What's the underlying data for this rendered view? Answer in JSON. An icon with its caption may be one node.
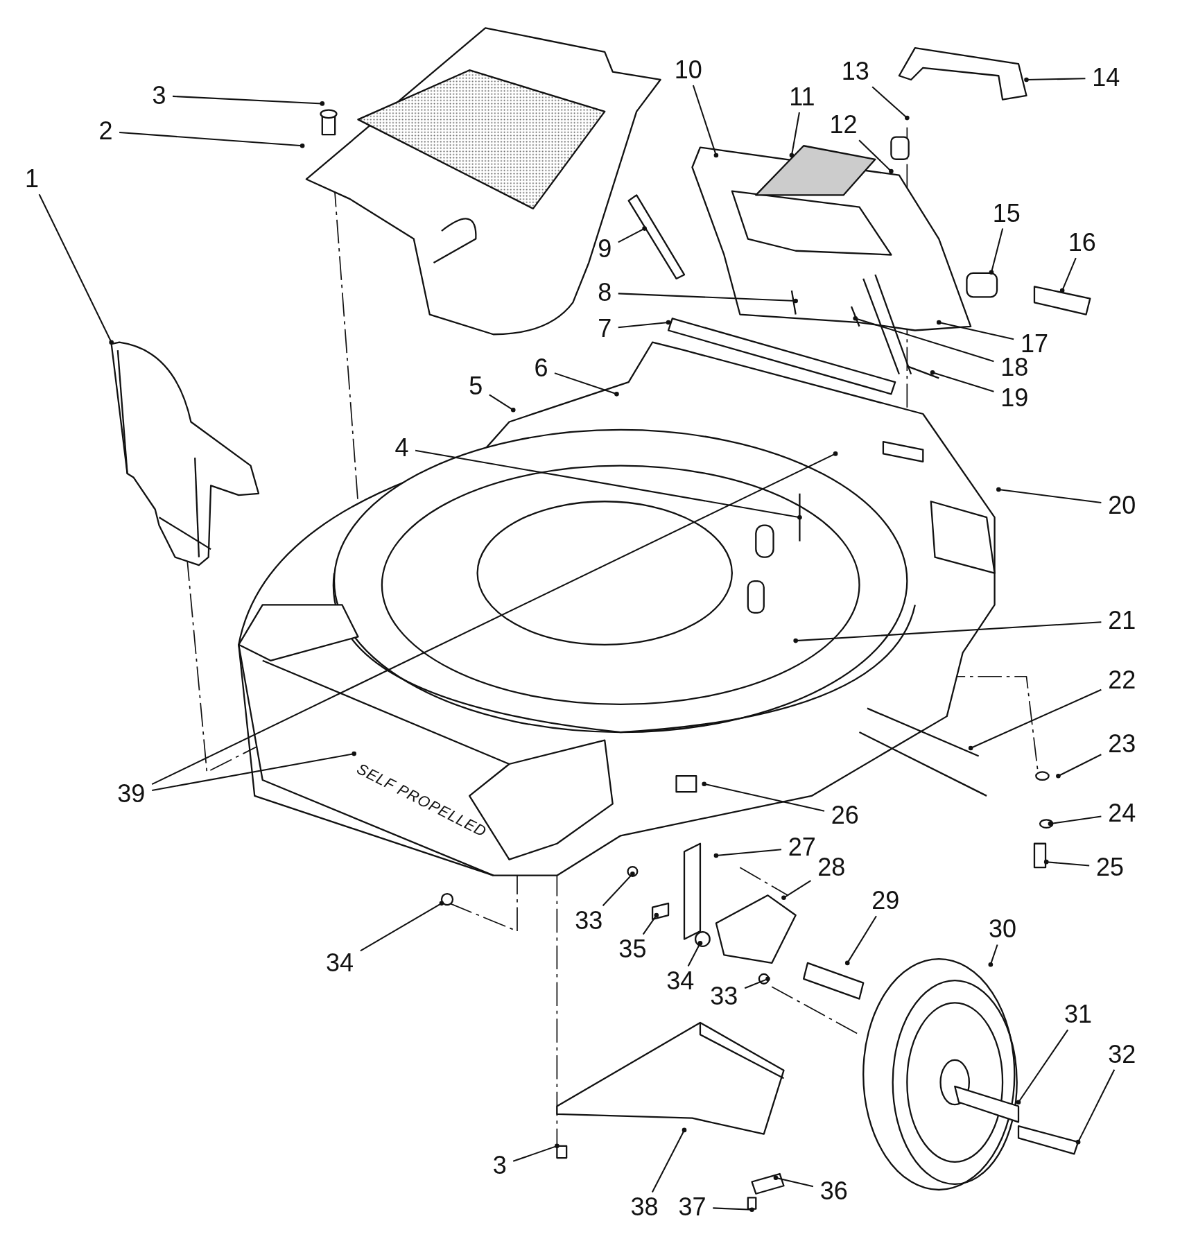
{
  "diagram": {
    "nodes": [
      {
        "text": [
          "3"
        ]
      },
      {
        "text": [
          "2"
        ]
      },
      {
        "text": [
          "1"
        ]
      },
      {
        "text": [
          "10"
        ]
      },
      {
        "text": [
          "11"
        ]
      },
      {
        "text": [
          "13"
        ]
      },
      {
        "text": [
          "12"
        ]
      },
      {
        "text": [
          "14"
        ]
      },
      {
        "text": [
          "15"
        ]
      },
      {
        "text": [
          "16"
        ]
      },
      {
        "text": [
          "9"
        ]
      },
      {
        "text": [
          "8"
        ]
      },
      {
        "text": [
          "7"
        ]
      },
      {
        "text": [
          "17"
        ]
      },
      {
        "text": [
          "18"
        ]
      },
      {
        "text": [
          "19"
        ]
      },
      {
        "text": [
          "6"
        ]
      },
      {
        "text": [
          "5"
        ]
      },
      {
        "text": [
          "4"
        ]
      },
      {
        "text": [
          "20"
        ]
      },
      {
        "text": [
          "21"
        ]
      },
      {
        "text": [
          "22"
        ]
      },
      {
        "text": [
          "23"
        ]
      },
      {
        "text": [
          "39"
        ]
      },
      {
        "text": [
          "26"
        ]
      },
      {
        "text": [
          "24"
        ]
      },
      {
        "text": [
          "27"
        ]
      },
      {
        "text": [
          "28"
        ]
      },
      {
        "text": [
          "25"
        ]
      },
      {
        "text": [
          "33"
        ]
      },
      {
        "text": [
          "35"
        ]
      },
      {
        "text": [
          "29"
        ]
      },
      {
        "text": [
          "30"
        ]
      },
      {
        "text": [
          "34"
        ]
      },
      {
        "text": [
          "34"
        ]
      },
      {
        "text": [
          "33"
        ]
      },
      {
        "text": [
          "31"
        ]
      },
      {
        "text": [
          "32"
        ]
      },
      {
        "text": [
          "3"
        ]
      },
      {
        "text": [
          "38"
        ]
      },
      {
        "text": [
          "36"
        ]
      },
      {
        "text": [
          "37"
        ]
      },
      {
        "text": [
          "SELF PROPELLED"
        ]
      }
    ],
    "edges": [
      {
        "from": 0,
        "to": null,
        "arrow": "other"
      },
      {
        "from": 1,
        "to": null,
        "arrow": "other"
      },
      {
        "from": 2,
        "to": null,
        "arrow": "other"
      },
      {
        "from": 3,
        "to": null,
        "arrow": "other"
      },
      {
        "from": 4,
        "to": null,
        "arrow": "other"
      },
      {
        "from": 5,
        "to": null,
        "arrow": "other"
      },
      {
        "from": 6,
        "to": null,
        "arrow": "other"
      },
      {
        "from": 7,
        "to": null,
        "arrow": "other"
      },
      {
        "from": 8,
        "to": null,
        "arrow": "other"
      },
      {
        "from": 9,
        "to": null,
        "arrow": "other"
      },
      {
        "from": 10,
        "to": null,
        "arrow": "other"
      },
      {
        "from": 11,
        "to": null,
        "arrow": "other"
      },
      {
        "from": 12,
        "to": null,
        "arrow": "other"
      },
      {
        "from": 13,
        "to": null,
        "arrow": "other"
      },
      {
        "from": 14,
        "to": null,
        "arrow": "other"
      },
      {
        "from": 15,
        "to": null,
        "arrow": "other"
      },
      {
        "from": 16,
        "to": null,
        "arrow": "other"
      },
      {
        "from": 17,
        "to": null,
        "arrow": "other"
      },
      {
        "from": 18,
        "to": null,
        "arrow": "other"
      },
      {
        "from": 19,
        "to": null,
        "arrow": "other"
      },
      {
        "from": 20,
        "to": null,
        "arrow": "other"
      },
      {
        "from": 21,
        "to": null,
        "arrow": "other"
      },
      {
        "from": 22,
        "to": null,
        "arrow": "other"
      },
      {
        "from": 23,
        "to": 42,
        "arrow": "other"
      },
      {
        "from": 23,
        "to": null,
        "arrow": "other"
      },
      {
        "from": 24,
        "to": null,
        "arrow": "other"
      },
      {
        "from": 25,
        "to": null,
        "arrow": "other"
      },
      {
        "from": 26,
        "to": null,
        "arrow": "other"
      },
      {
        "from": 27,
        "to": null,
        "arrow": "other"
      },
      {
        "from": 28,
        "to": null,
        "arrow": "other"
      },
      {
        "from": 29,
        "to": null,
        "arrow": "other"
      },
      {
        "from": 30,
        "to": null,
        "arrow": "other"
      },
      {
        "from": 31,
        "to": null,
        "arrow": "other"
      },
      {
        "from": 32,
        "to": null,
        "arrow": "other"
      },
      {
        "from": 33,
        "to": null,
        "arrow": "other"
      },
      {
        "from": 34,
        "to": null,
        "arrow": "other"
      },
      {
        "from": 35,
        "to": null,
        "arrow": "other"
      },
      {
        "from": 36,
        "to": null,
        "arrow": "other"
      },
      {
        "from": 37,
        "to": null,
        "arrow": "other"
      },
      {
        "from": 38,
        "to": null,
        "arrow": "other"
      },
      {
        "from": 39,
        "to": null,
        "arrow": "other"
      },
      {
        "from": 40,
        "to": null,
        "arrow": "other"
      },
      {
        "from": 41,
        "to": null,
        "arrow": "other"
      }
    ]
  }
}
